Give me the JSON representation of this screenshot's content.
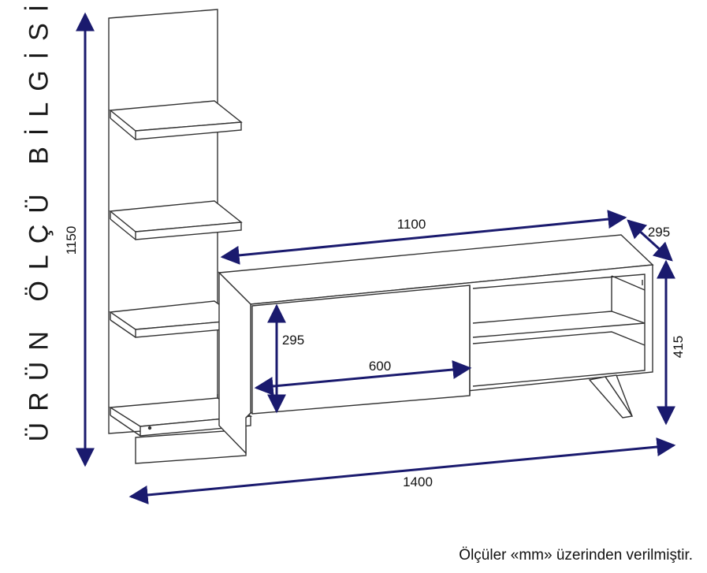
{
  "title": "ÜRÜN ÖLÇÜ BİLGİSİ",
  "footnote": "Ölçüler «mm» üzerinden verilmiştir.",
  "colors": {
    "arrow": "#1a1a6e",
    "line": "#333333"
  },
  "dimensions": {
    "total_height": "1150",
    "total_width": "1400",
    "cabinet_width": "1100",
    "cabinet_depth": "295",
    "cabinet_height": "415",
    "door_width": "600",
    "door_height": "295"
  }
}
